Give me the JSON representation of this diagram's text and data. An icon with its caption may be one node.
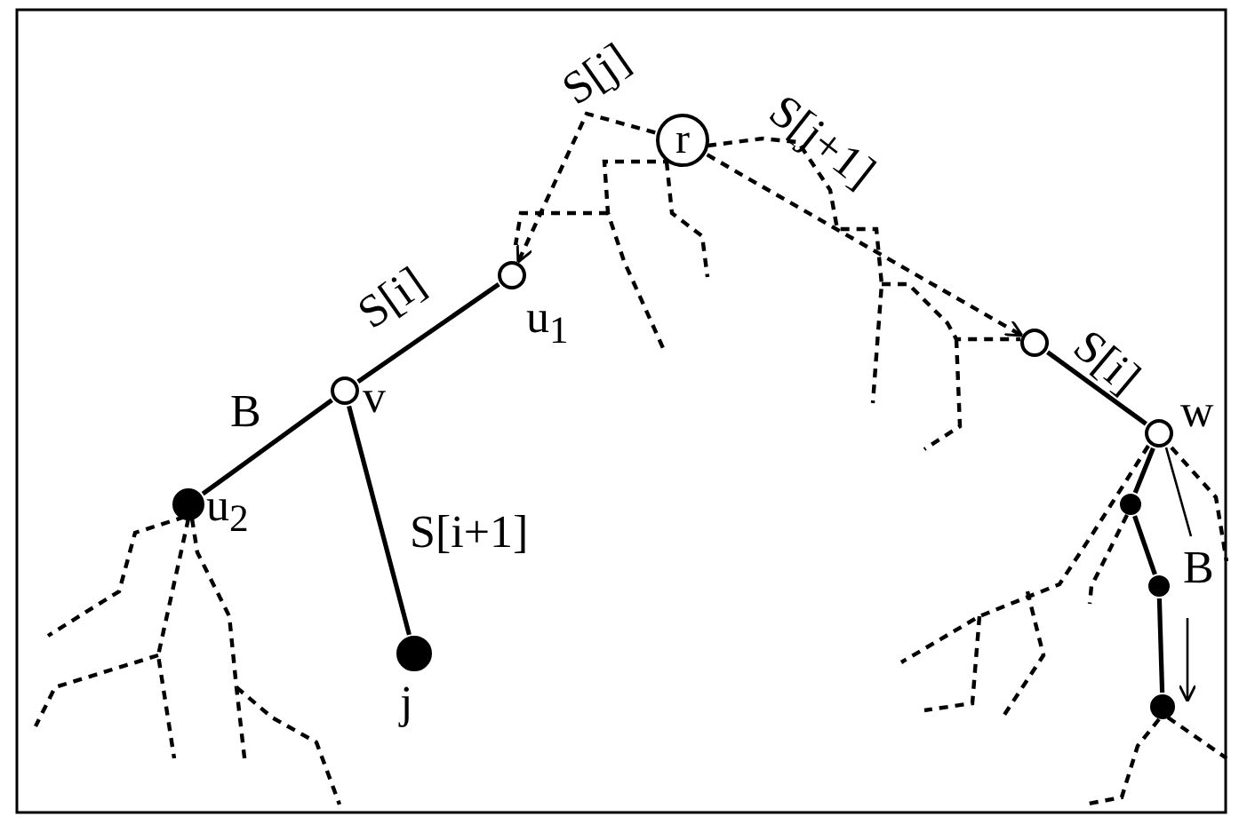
{
  "diagram": {
    "nodes": [
      {
        "text": [
          "r"
        ]
      },
      {
        "text": [],
        "shape": "circle",
        "beside": [
          "u$_{1}$"
        ]
      },
      {
        "text": [],
        "shape": "circle",
        "beside": [
          "v"
        ]
      },
      {
        "text": [],
        "shape": "circle",
        "beside": [
          "u$_{2}$"
        ]
      },
      {
        "text": [],
        "shape": "circle",
        "beside": [
          "j"
        ]
      },
      {
        "text": [],
        "shape": "circle"
      },
      {
        "text": [],
        "shape": "circle",
        "beside": [
          "w"
        ]
      },
      {
        "text": [],
        "shape": "circle"
      },
      {
        "text": [],
        "shape": "circle"
      },
      {
        "text": [],
        "shape": "circle"
      }
    ],
    "edges": [
      {
        "from": 0,
        "to": 1,
        "arrow": "to",
        "label": "S[j]",
        "style": "dashed"
      },
      {
        "from": 0,
        "to": 5,
        "arrow": "to",
        "label": "S[j+1]",
        "style": "dashed"
      },
      {
        "from": 1,
        "to": 2,
        "arrow": "none",
        "label": "S[i]"
      },
      {
        "from": 2,
        "to": 3,
        "arrow": "none",
        "label": "B"
      },
      {
        "from": 2,
        "to": 4,
        "arrow": "none",
        "label": "S[i+1]"
      },
      {
        "from": 5,
        "to": 6,
        "arrow": "none",
        "label": "S[i]"
      },
      {
        "from": 6,
        "to": 7,
        "arrow": "none"
      },
      {
        "from": 7,
        "to": 8,
        "arrow": "none"
      },
      {
        "from": 8,
        "to": 9,
        "arrow": "none"
      }
    ],
    "labels": [
      "B"
    ]
  }
}
